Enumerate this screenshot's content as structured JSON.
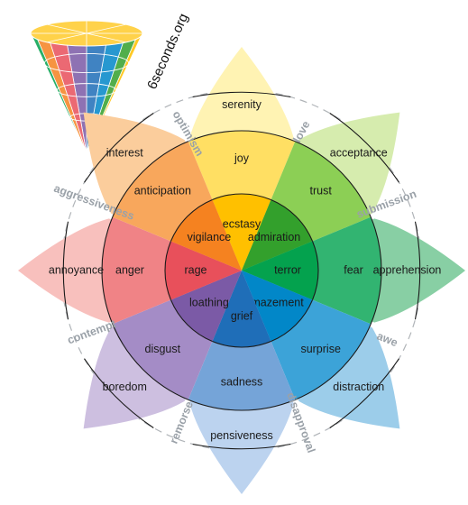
{
  "brand": "6seconds.org",
  "petals": [
    {
      "key": "joy",
      "labels": [
        "ecstasy",
        "joy",
        "serenity"
      ],
      "colors": [
        "#ffc000",
        "#ffdf63",
        "#fff3b3"
      ]
    },
    {
      "key": "trust",
      "labels": [
        "admiration",
        "trust",
        "acceptance"
      ],
      "colors": [
        "#33a02c",
        "#8ccf55",
        "#d6ecae"
      ]
    },
    {
      "key": "fear",
      "labels": [
        "terror",
        "fear",
        "apprehension"
      ],
      "colors": [
        "#04a24e",
        "#32b471",
        "#88cfa4"
      ]
    },
    {
      "key": "surprise",
      "labels": [
        "amazement",
        "surprise",
        "distraction"
      ],
      "colors": [
        "#0287c8",
        "#3ca3d8",
        "#9ccdea"
      ]
    },
    {
      "key": "sadness",
      "labels": [
        "grief",
        "sadness",
        "pensiveness"
      ],
      "colors": [
        "#1f6eb8",
        "#75a4d8",
        "#bcd3ef"
      ]
    },
    {
      "key": "disgust",
      "labels": [
        "loathing",
        "disgust",
        "boredom"
      ],
      "colors": [
        "#7b5aa6",
        "#a48cc6",
        "#cdbfe0"
      ]
    },
    {
      "key": "anger",
      "labels": [
        "rage",
        "anger",
        "annoyance"
      ],
      "colors": [
        "#e8505b",
        "#f08386",
        "#f8c0bd"
      ]
    },
    {
      "key": "anticipation",
      "labels": [
        "vigilance",
        "anticipation",
        "interest"
      ],
      "colors": [
        "#f58220",
        "#f8a75c",
        "#fbcd9c"
      ]
    }
  ],
  "dyads": [
    {
      "name": "optimism",
      "angle": -69.0,
      "r": 240
    },
    {
      "name": "love",
      "angle": -67.5,
      "r": 240
    },
    {
      "name": "submission",
      "angle": -22.5,
      "r": 240
    },
    {
      "name": "awe",
      "angle": 22.5,
      "r": 240
    },
    {
      "name": "disapproval",
      "angle": 67.5,
      "r": 240
    },
    {
      "name": "remorse",
      "angle": 112.5,
      "r": 240
    },
    {
      "name": "contempt",
      "angle": 157.5,
      "r": 240
    },
    {
      "name": "aggressiveness",
      "angle": -157.5,
      "r": 240
    }
  ]
}
